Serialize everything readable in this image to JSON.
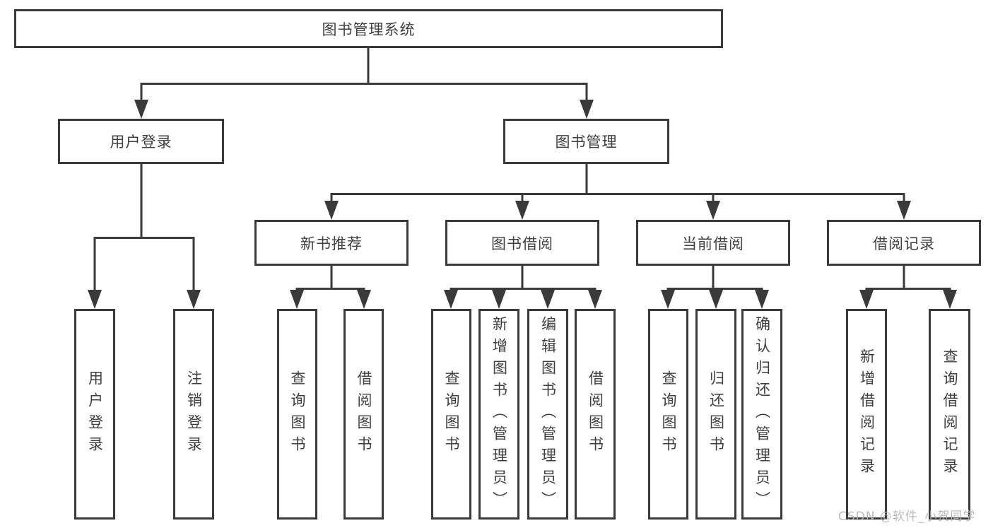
{
  "diagram": {
    "root": "图书管理系统",
    "level2": {
      "userLogin": "用户登录",
      "bookMgmt": "图书管理"
    },
    "level3": {
      "newBookRec": "新书推荐",
      "bookBorrow": "图书借阅",
      "currentBorrow": "当前借阅",
      "borrowRecords": "借阅记录"
    },
    "leaves": {
      "leafUserLogin": "用户登录",
      "leafLogout": "注销登录",
      "nbQuery": "查询图书",
      "nbBorrow": "借阅图书",
      "bbQuery": "查询图书",
      "bbAdd": "新增图书（管理员）",
      "bbEdit": "编辑图书（管理员）",
      "bbBorrow": "借阅图书",
      "cbQuery": "查询图书",
      "cbReturn": "归还图书",
      "cbConfirm": "确认归还（管理员）",
      "brAdd": "新增借阅记录",
      "brQuery": "查询借阅记录"
    }
  },
  "watermark": "CSDN @软件_小贺同学",
  "colors": {
    "line": "#3a3a3a",
    "text": "#3f3f3f",
    "watermark": "#b5b5b5",
    "background": "#ffffff"
  }
}
